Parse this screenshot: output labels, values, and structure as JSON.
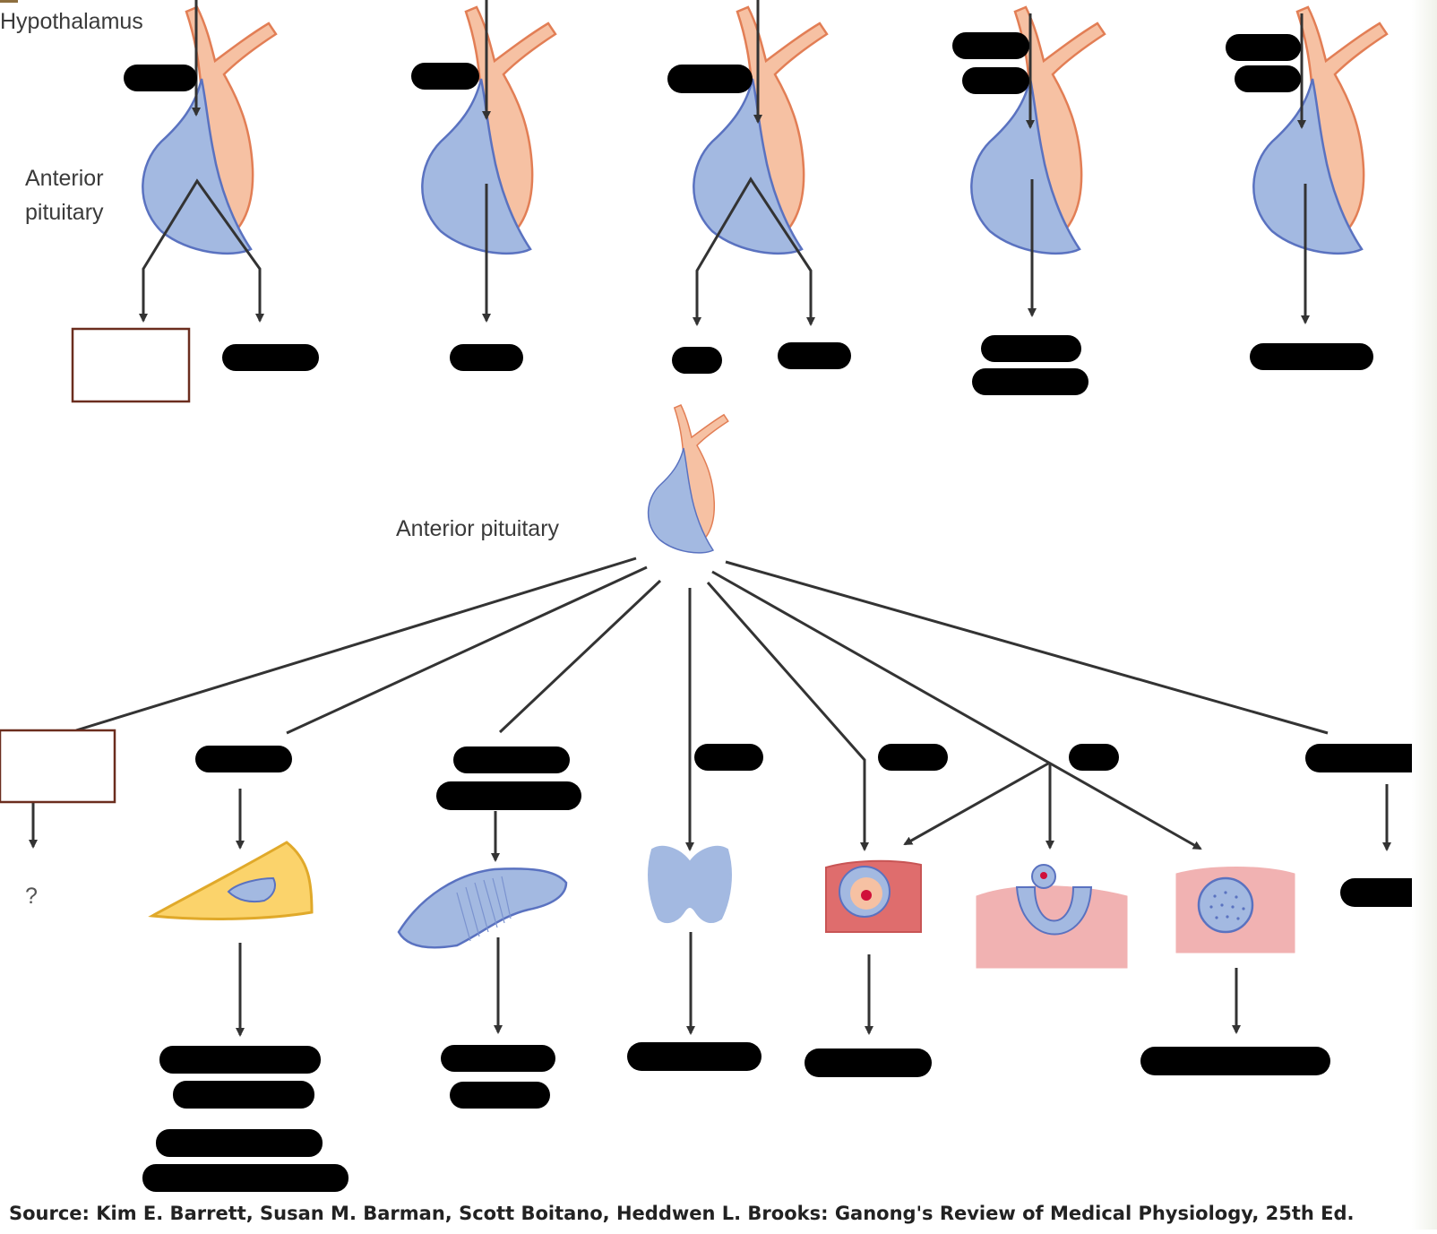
{
  "labels": {
    "hypothalamus": "Hypothalamus",
    "anterior_line1": "Anterior",
    "anterior_line2": "pituitary",
    "anterior_pituitary": "Anterior pituitary",
    "unknown_effect": "?"
  },
  "source_credit": "Source: Kim E. Barrett, Susan M. Barman, Scott Boitano, Heddwen L. Brooks: Ganong's Review of Medical Physiology, 25th Ed.",
  "colors": {
    "pituitary_blue": "#a3b9e1",
    "pituitary_stroke": "#5a72c0",
    "stalk_peach": "#f6c1a3",
    "stalk_stroke": "#e27e55",
    "redaction": "#000000",
    "answer_box_border": "#6b2d1e",
    "arrow": "#333333"
  },
  "icons": [
    "pituitary-gland-icon",
    "fibroblast-cell-icon",
    "muscle-tissue-icon",
    "thyroid-gland-icon",
    "ovarian-follicle-icon",
    "corpus-luteum-icon",
    "testis-tubule-icon"
  ]
}
